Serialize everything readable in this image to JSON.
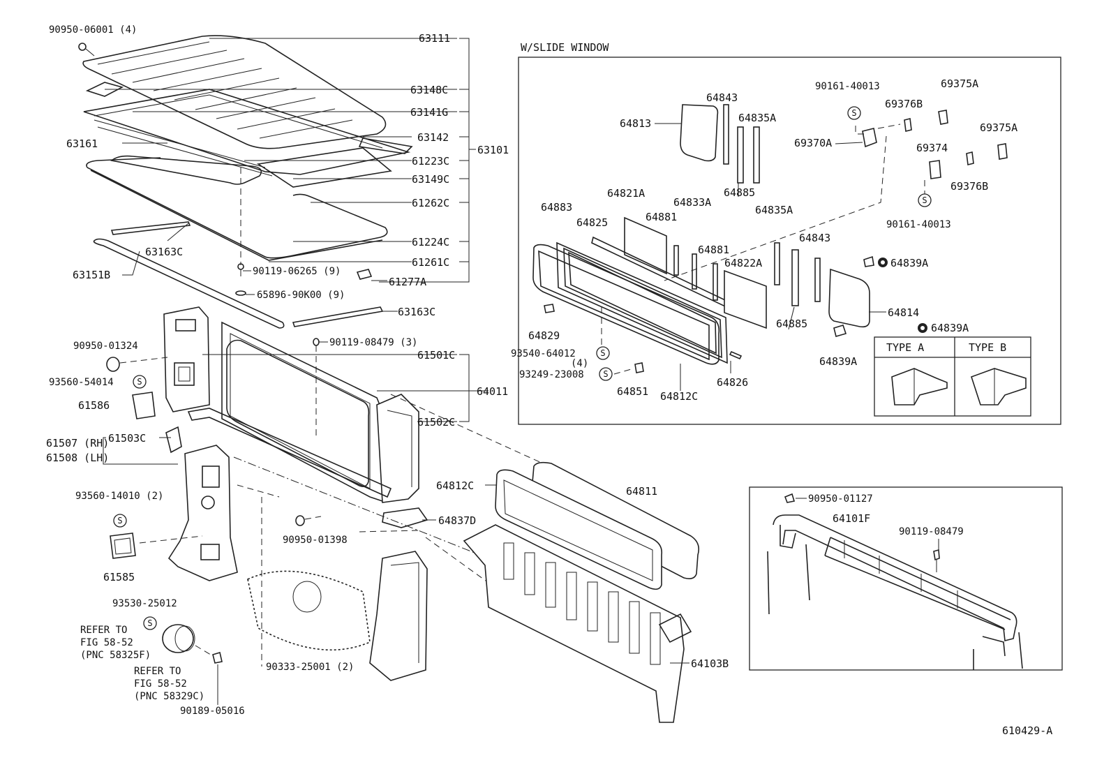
{
  "diagram_id": "610429-A",
  "colors": {
    "ink": "#222222",
    "paper": "#ffffff"
  },
  "inset_titles": {
    "slide_window": "W/SLIDE WINDOW"
  },
  "type_labels": {
    "a": "TYPE  A",
    "b": "TYPE  B"
  },
  "symbols": {
    "s_mark": "S"
  },
  "notes": {
    "refer_1": [
      "REFER TO",
      "FIG 58-52",
      "(PNC 58325F)"
    ],
    "refer_2": [
      "REFER TO",
      "FIG 58-52",
      "(PNC 58329C)"
    ]
  },
  "labels": {
    "p90950_06001": "90950-06001 (4)",
    "p63111": "63111",
    "p63148C": "63148C",
    "p63141G": "63141G",
    "p63142": "63142",
    "p63101": "63101",
    "p63161": "63161",
    "p61223C": "61223C",
    "p63149C": "63149C",
    "p61262C": "61262C",
    "p63163C_a": "63163C",
    "p61224C": "61224C",
    "p61261C": "61261C",
    "p90119_06265": "90119-06265 (9)",
    "p63151B": "63151B",
    "p61277A": "61277A",
    "p65896_90K00": "65896-90K00 (9)",
    "p63163C_b": "63163C",
    "p90950_01324": "90950-01324",
    "p90119_08479_3": "90119-08479 (3)",
    "p61501C": "61501C",
    "p93560_54014": "93560-54014",
    "p64011": "64011",
    "p61586": "61586",
    "p61502C": "61502C",
    "p61507": "61507 (RH)",
    "p61508": "61508 (LH)",
    "p61503C": "61503C",
    "p93560_14010": "93560-14010 (2)",
    "p64812C_main": "64812C",
    "p64811": "64811",
    "p64837D": "64837D",
    "p90950_01398": "90950-01398",
    "p61585": "61585",
    "p93530_25012": "93530-25012",
    "p90333_25001": "90333-25001 (2)",
    "p64103B": "64103B",
    "p90189_05016": "90189-05016",
    "w64843_a": "64843",
    "w64813": "64813",
    "w64835A_a": "64835A",
    "w90161_40013_a": "90161-40013",
    "w69375A_a": "69375A",
    "w69376B_a": "69376B",
    "w69375A_b": "69375A",
    "w69370A": "69370A",
    "w69374": "69374",
    "w64885_a": "64885",
    "w69376B_b": "69376B",
    "w64821A": "64821A",
    "w64833A": "64833A",
    "w64883": "64883",
    "w64881_a": "64881",
    "w64825": "64825",
    "w64835A_b": "64835A",
    "w90161_40013_b": "90161-40013",
    "w64843_b": "64843",
    "w64881_b": "64881",
    "w64822A": "64822A",
    "w64839A_a": "64839A",
    "w64814": "64814",
    "w64829": "64829",
    "w64885_b": "64885",
    "w64839A_b": "64839A",
    "w93540_64012": "93540-64012",
    "w4": "(4)",
    "w64839A_c": "64839A",
    "w93249_23008": "93249-23008",
    "w64826": "64826",
    "w64851": "64851",
    "w64812C": "64812C",
    "r90950_01127": "90950-01127",
    "r64101F": "64101F",
    "r90119_08479": "90119-08479"
  }
}
